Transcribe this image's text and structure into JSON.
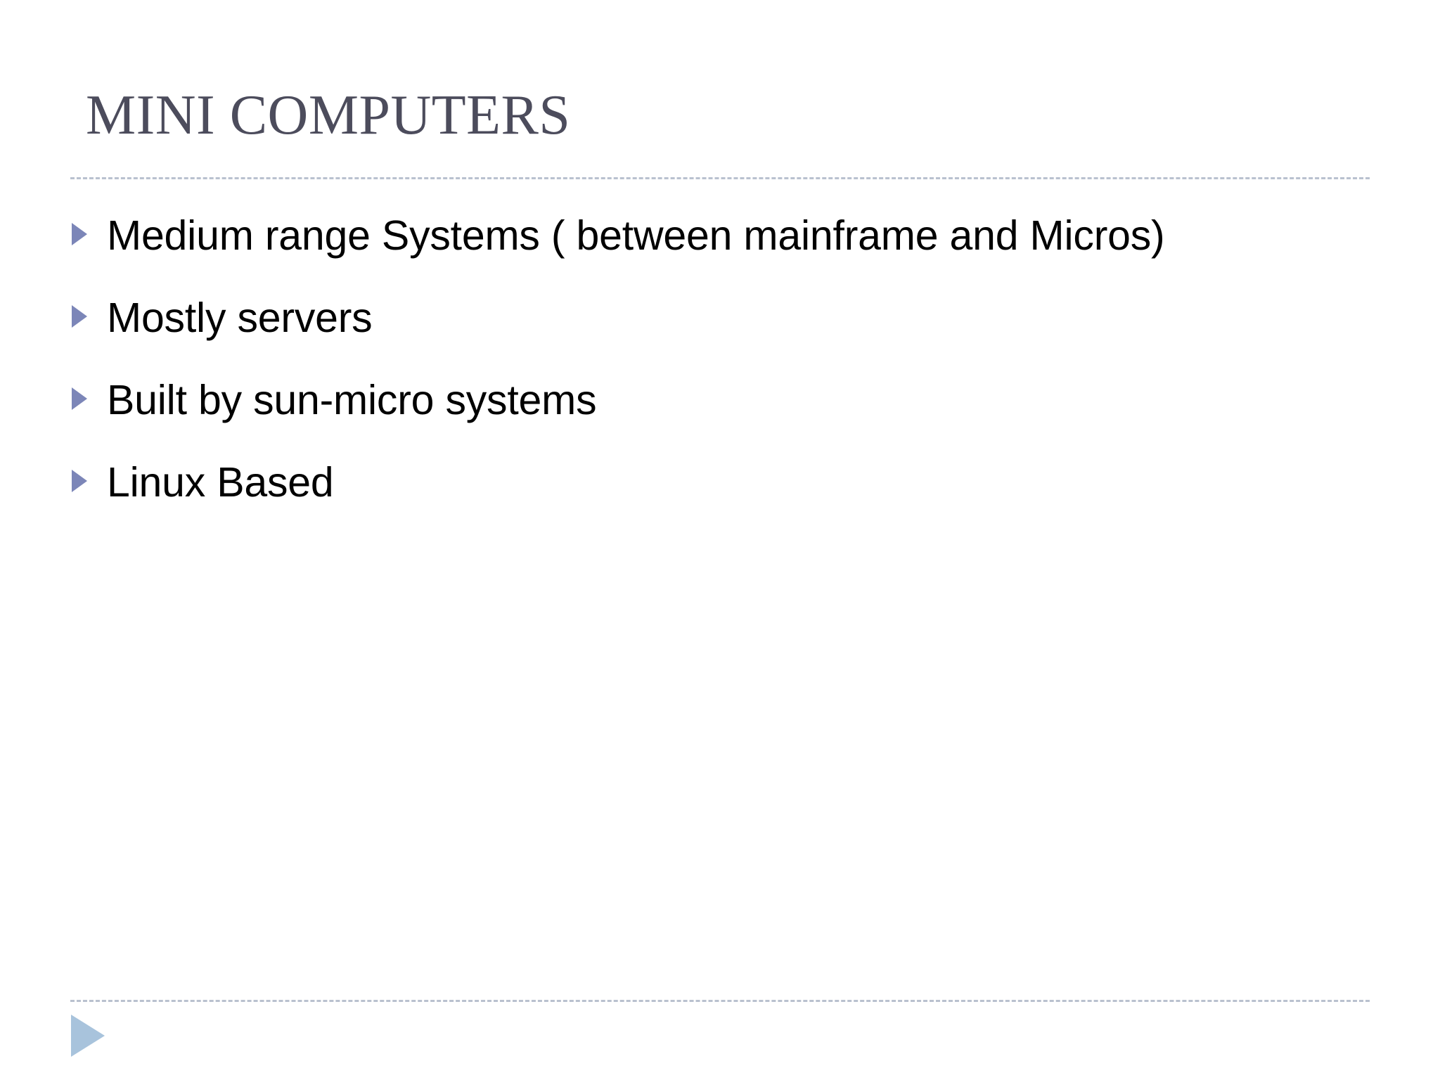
{
  "slide": {
    "title": "MINI COMPUTERS",
    "background_color": "#ffffff",
    "title_color": "#4c4c5c",
    "body_text_color": "#000000",
    "bullet_marker_color": "#7c86b8",
    "rule_color": "#b9c1cf",
    "corner_triangle_color": "#a8c3dc",
    "bullets": [
      {
        "text": "Medium range Systems ( between mainframe and Micros)"
      },
      {
        "text": "Mostly servers"
      },
      {
        "text": "Built by sun-micro systems"
      },
      {
        "text": "Linux Based"
      }
    ]
  }
}
